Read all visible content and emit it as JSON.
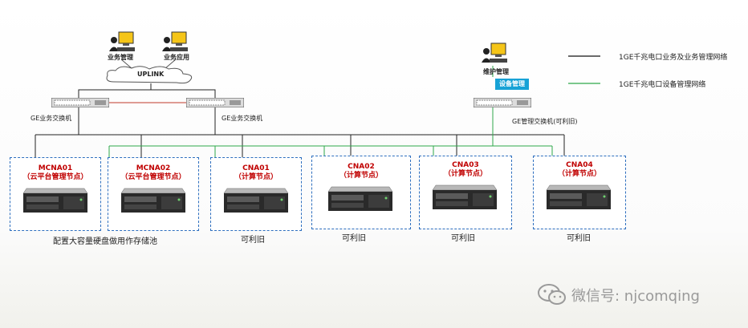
{
  "top_users": [
    {
      "label": "业务管理",
      "icon": "workstation-icon"
    },
    {
      "label": "业务应用",
      "icon": "workstation-icon"
    }
  ],
  "cloud": {
    "label": "UPLINK"
  },
  "maint_user": {
    "label": "维护管理",
    "icon": "workstation-icon"
  },
  "mgmt_badge": "设备管理",
  "switches": [
    {
      "label": "GE业务交换机"
    },
    {
      "label": "GE业务交换机"
    },
    {
      "label": "GE管理交换机(可利旧)"
    }
  ],
  "legend": [
    {
      "label": "1GE千兆电口业务及业务管理网络",
      "color": "#111111"
    },
    {
      "label": "1GE千兆电口设备管理网络",
      "color": "#2ea84a"
    }
  ],
  "nodes": [
    {
      "name": "MCNA01",
      "role": "（云平台管理节点）"
    },
    {
      "name": "MCNA02",
      "role": "（云平台管理节点）"
    },
    {
      "name": "CNA01",
      "role": "（计算节点）"
    },
    {
      "name": "CNA02",
      "role": "（计算节点）"
    },
    {
      "name": "CNA03",
      "role": "（计算节点）"
    },
    {
      "name": "CNA04",
      "role": "（计算节点）"
    }
  ],
  "notes": [
    "配置大容量硬盘做用作存储池",
    "可利旧",
    "可利旧",
    "可利旧",
    "可利旧"
  ],
  "watermark": "微信号: njcomqing",
  "colors": {
    "box_border": "#2e6fbf",
    "node_title": "#c00000",
    "mgmt_line": "#2ea84a",
    "badge": "#17a2d6"
  }
}
